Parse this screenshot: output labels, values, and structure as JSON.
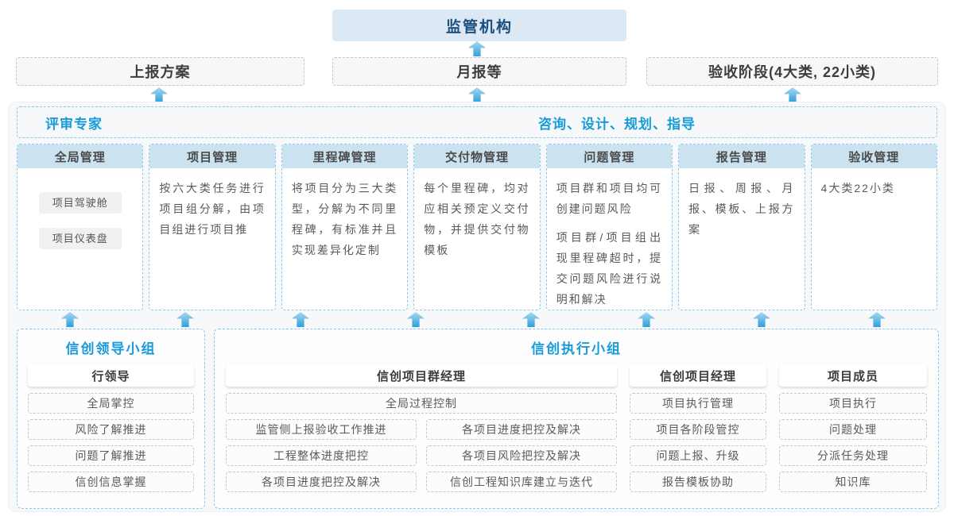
{
  "top": {
    "regulator": "监管机构",
    "outputs": [
      {
        "label": "上报方案"
      },
      {
        "label": "月报等"
      },
      {
        "label": "验收阶段(4大类, 22小类)"
      }
    ]
  },
  "middle": {
    "header_left": "评审专家",
    "header_right": "咨询、设计、规划、指导",
    "columns": [
      {
        "title": "全局管理",
        "pills": [
          "项目驾驶舱",
          "项目仪表盘"
        ]
      },
      {
        "title": "项目管理",
        "paragraphs": [
          "按六大类任务进行项目组分解，由项目组进行项目推"
        ]
      },
      {
        "title": "里程碑管理",
        "paragraphs": [
          "将项目分为三大类型，分解为不同里程碑，有标准并且实现差异化定制"
        ]
      },
      {
        "title": "交付物管理",
        "paragraphs": [
          "每个里程碑，均对应相关预定义交付物，并提供交付物模板"
        ]
      },
      {
        "title": "问题管理",
        "paragraphs": [
          "项目群和项目均可创建问题风险",
          "项目群/项目组出现里程碑超时，提交问题风险进行说明和解决"
        ]
      },
      {
        "title": "报告管理",
        "paragraphs": [
          "日报、周报、月报、模板、上报方案"
        ]
      },
      {
        "title": "验收管理",
        "paragraphs": [
          "4大类22小类"
        ]
      }
    ]
  },
  "bottom": {
    "leadership": {
      "title": "信创领导小组",
      "role": "行领导",
      "items": [
        "全局掌控",
        "风险了解推进",
        "问题了解推进",
        "信创信息掌握"
      ]
    },
    "execution": {
      "title": "信创执行小组",
      "groups": [
        {
          "role": "信创项目群经理",
          "full_item": "全局过程控制",
          "left_items": [
            "监管侧上报验收工作推进",
            "工程整体进度把控",
            "各项目进度把控及解决"
          ],
          "right_items": [
            "各项目进度把控及解决",
            "各项目风险把控及解决",
            "信创工程知识库建立与迭代"
          ]
        },
        {
          "role": "信创项目经理",
          "items": [
            "项目执行管理",
            "项目各阶段管控",
            "问题上报、升级",
            "报告模板协助"
          ]
        },
        {
          "role": "项目成员",
          "items": [
            "项目执行",
            "问题处理",
            "分派任务处理",
            "知识库"
          ]
        }
      ]
    }
  },
  "colors": {
    "accent_blue": "#189bd9",
    "regulator_bg": "#dce8f4",
    "regulator_text": "#1c4e7e",
    "column_header_bg": "#cbe3f1",
    "dashed_blue_border": "#8cc8ea",
    "arrow_gradient_top": "#a9d9f1",
    "arrow_gradient_bottom": "#2f9fdb",
    "panel_bg": "#f7f8f9"
  }
}
